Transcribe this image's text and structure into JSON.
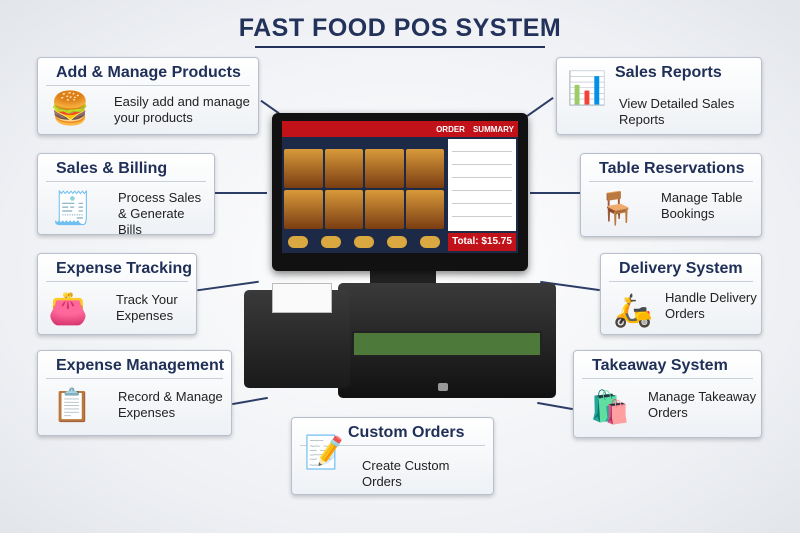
{
  "title": "FAST FOOD POS SYSTEM",
  "cards": [
    {
      "title": "Add & Manage Products",
      "desc": "Easily add and manage your products",
      "icon": "burger-icon"
    },
    {
      "title": "Sales & Billing",
      "desc": "Process Sales & Generate Bills",
      "icon": "receipt-printer-icon"
    },
    {
      "title": "Expense Tracking",
      "desc": "Track Your Expenses",
      "icon": "wallet-icon"
    },
    {
      "title": "Expense Management",
      "desc": "Record & Manage Expenses",
      "icon": "clipboard-dollar-icon"
    },
    {
      "title": "Custom Orders",
      "desc": "Create Custom Orders",
      "icon": "checklist-icon"
    },
    {
      "title": "Sales Reports",
      "desc": "View Detailed Sales Reports",
      "icon": "bar-chart-icon"
    },
    {
      "title": "Table Reservations",
      "desc": "Manage Table Bookings",
      "icon": "table-icon"
    },
    {
      "title": "Delivery System",
      "desc": "Handle Delivery Orders",
      "icon": "scooter-icon"
    },
    {
      "title": "Takeaway System",
      "desc": "Manage Takeaway Orders",
      "icon": "bag-icon"
    }
  ],
  "screen": {
    "order": "ORDER",
    "summary": "SUMMARY",
    "total": "Total: $15.75"
  }
}
